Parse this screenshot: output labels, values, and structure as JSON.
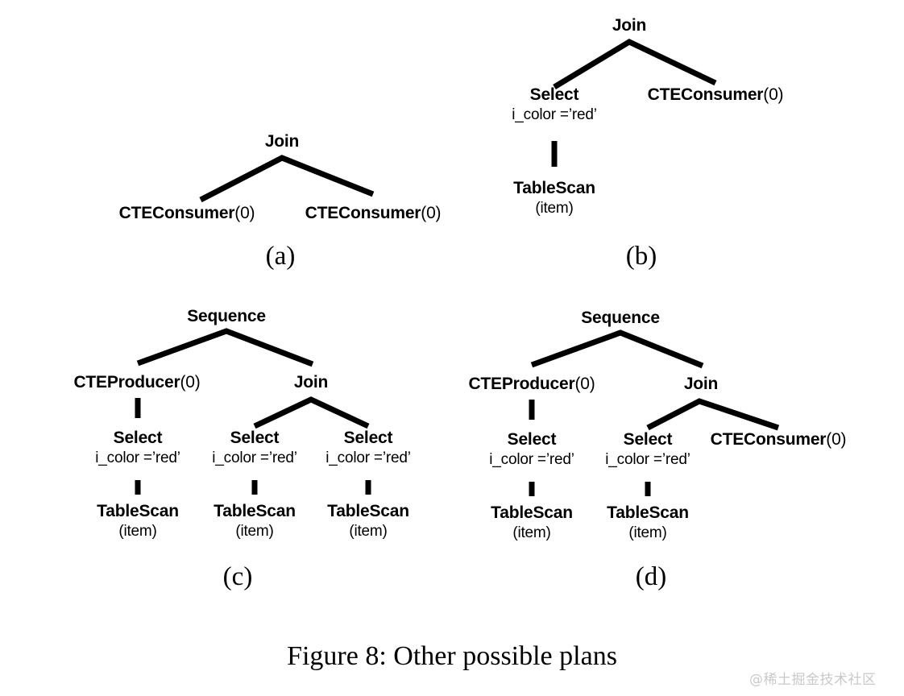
{
  "figure": {
    "caption": "Figure 8:  Other possible plans",
    "watermark": "@稀土掘金技术社区",
    "ink_color": "#000000",
    "background_color": "#ffffff",
    "watermark_color": "#c9c9c9"
  },
  "panels": [
    {
      "id": "a",
      "label": "(a)",
      "nodes": [
        {
          "name": "join-root",
          "title": "Join",
          "arg": "",
          "sub": ""
        },
        {
          "name": "cte-consumer-left",
          "title": "CTEConsumer",
          "arg": "(0)",
          "sub": ""
        },
        {
          "name": "cte-consumer-right",
          "title": "CTEConsumer",
          "arg": "(0)",
          "sub": ""
        }
      ]
    },
    {
      "id": "b",
      "label": "(b)",
      "nodes": [
        {
          "name": "join-root",
          "title": "Join",
          "arg": "",
          "sub": ""
        },
        {
          "name": "select",
          "title": "Select",
          "arg": "",
          "sub": "i_color =’red’"
        },
        {
          "name": "cte-consumer",
          "title": "CTEConsumer",
          "arg": "(0)",
          "sub": ""
        },
        {
          "name": "table-scan",
          "title": "TableScan",
          "arg": "",
          "sub": "(item)"
        }
      ]
    },
    {
      "id": "c",
      "label": "(c)",
      "nodes": [
        {
          "name": "sequence-root",
          "title": "Sequence",
          "arg": "",
          "sub": ""
        },
        {
          "name": "cte-producer",
          "title": "CTEProducer",
          "arg": "(0)",
          "sub": ""
        },
        {
          "name": "join",
          "title": "Join",
          "arg": "",
          "sub": ""
        },
        {
          "name": "select-1",
          "title": "Select",
          "arg": "",
          "sub": "i_color =’red’"
        },
        {
          "name": "select-2",
          "title": "Select",
          "arg": "",
          "sub": "i_color =’red’"
        },
        {
          "name": "select-3",
          "title": "Select",
          "arg": "",
          "sub": "i_color =’red’"
        },
        {
          "name": "table-scan-1",
          "title": "TableScan",
          "arg": "",
          "sub": "(item)"
        },
        {
          "name": "table-scan-2",
          "title": "TableScan",
          "arg": "",
          "sub": "(item)"
        },
        {
          "name": "table-scan-3",
          "title": "TableScan",
          "arg": "",
          "sub": "(item)"
        }
      ]
    },
    {
      "id": "d",
      "label": "(d)",
      "nodes": [
        {
          "name": "sequence-root",
          "title": "Sequence",
          "arg": "",
          "sub": ""
        },
        {
          "name": "cte-producer",
          "title": "CTEProducer",
          "arg": "(0)",
          "sub": ""
        },
        {
          "name": "join",
          "title": "Join",
          "arg": "",
          "sub": ""
        },
        {
          "name": "select-1",
          "title": "Select",
          "arg": "",
          "sub": "i_color =’red’"
        },
        {
          "name": "select-2",
          "title": "Select",
          "arg": "",
          "sub": "i_color =’red’"
        },
        {
          "name": "cte-consumer",
          "title": "CTEConsumer",
          "arg": "(0)",
          "sub": ""
        },
        {
          "name": "table-scan-1",
          "title": "TableScan",
          "arg": "",
          "sub": "(item)"
        },
        {
          "name": "table-scan-2",
          "title": "TableScan",
          "arg": "",
          "sub": "(item)"
        }
      ]
    }
  ]
}
